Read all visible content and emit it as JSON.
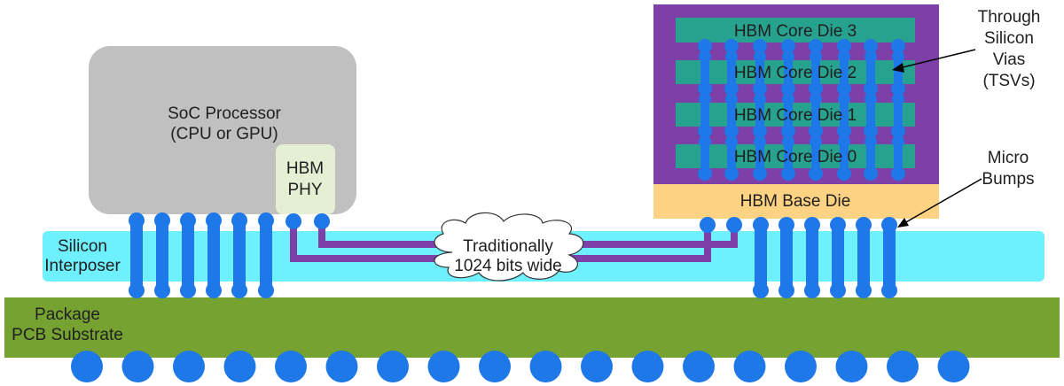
{
  "soc": {
    "line1": "SoC Processor",
    "line2": "(CPU or GPU)",
    "phy_line1": "HBM",
    "phy_line2": "PHY"
  },
  "hbm": {
    "dies": [
      "HBM Core Die 3",
      "HBM Core Die 2",
      "HBM Core Die 1",
      "HBM Core Die 0"
    ],
    "base_die": "HBM Base Die"
  },
  "interposer": {
    "line1": "Silicon",
    "line2": "Interposer"
  },
  "package": {
    "line1": "Package",
    "line2": "PCB Substrate"
  },
  "cloud": {
    "line1": "Traditionally",
    "line2": "1024 bits wide"
  },
  "callouts": {
    "tsv": [
      "Through",
      "Silicon",
      "Vias",
      "(TSVs)"
    ],
    "micro_bumps": [
      "Micro",
      "Bumps"
    ]
  },
  "colors": {
    "soc": "#c0c0c0",
    "phy": "#e4efd4",
    "hbm_frame": "#7d3fa8",
    "core_die": "#27a28e",
    "base_die": "#fdd283",
    "interposer": "#6ff0ff",
    "package": "#76a232",
    "bump": "#1e78e8",
    "wire": "#7d3fa8"
  }
}
